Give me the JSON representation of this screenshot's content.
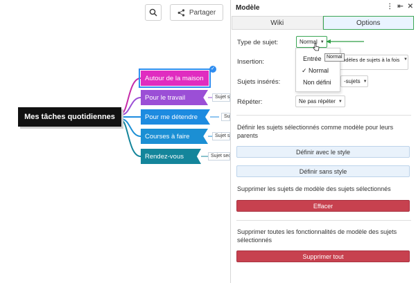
{
  "toolbar": {
    "share_label": "Partager",
    "search_icon": "search-icon",
    "share_icon": "share-icon"
  },
  "mindmap": {
    "central": "Mes tâches quotidiennes",
    "topics": [
      {
        "label": "Autour de la maison",
        "color": "#e02cc0"
      },
      {
        "label": "Pour le travail",
        "color": "#9b4fd6"
      },
      {
        "label": "Pour me détendre",
        "color": "#1d8be0"
      },
      {
        "label": "Courses à faire",
        "color": "#1b8fd4"
      },
      {
        "label": "Rendez-vous",
        "color": "#14859b"
      }
    ],
    "subtopics": [
      "Sujet se",
      "Sujet s",
      "Sujet s",
      "Sujet sec"
    ]
  },
  "panel": {
    "title": "Modèle",
    "tabs": {
      "wiki": "Wiki",
      "options": "Options"
    },
    "fields": {
      "type_label": "Type de sujet:",
      "type_value": "Normal",
      "insertion_label": "Insertion:",
      "insertion_value": "modèles de sujets à la fois",
      "inserted_label": "Sujets insérés:",
      "inserted_value": "-sujets",
      "repeat_label": "Répéter:",
      "repeat_value": "Ne pas répéter"
    },
    "dropdown": {
      "items": [
        "Entrée",
        "✓ Normal",
        "Non défini"
      ],
      "tooltip": "Normal"
    },
    "section1": {
      "text": "Définir les sujets sélectionnés comme modèle pour leurs parents",
      "btn_with_style": "Définir avec le style",
      "btn_without_style": "Définir sans style"
    },
    "section2": {
      "text": "Supprimer les sujets de modèle des sujets sélectionnés",
      "btn": "Effacer"
    },
    "section3": {
      "text": "Supprimer toutes les fonctionnalités de modèle des sujets sélectionnés",
      "btn": "Supprimer tout"
    },
    "colors": {
      "accent_green": "#3aa655",
      "danger": "#c7414f",
      "light_button": "#e9f2fb"
    }
  }
}
